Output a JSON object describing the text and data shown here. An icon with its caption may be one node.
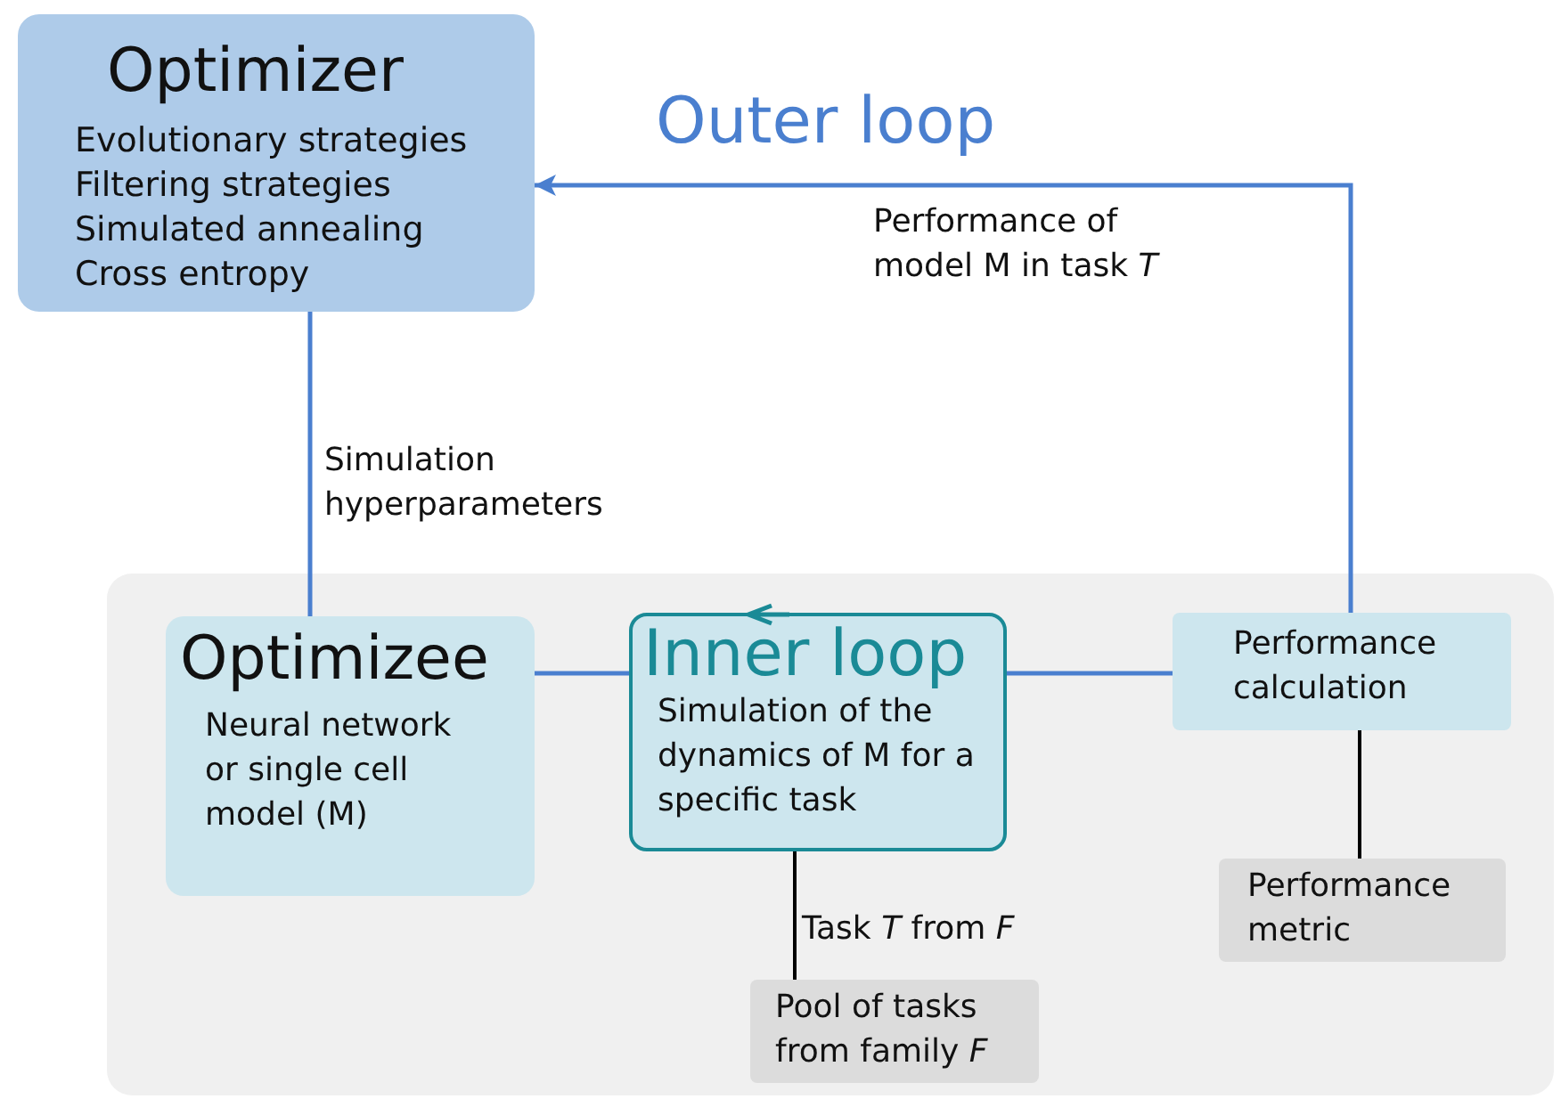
{
  "diagram": {
    "nodes": [
      {
        "text": [
          "Optimizer",
          "Evolutionary strategies",
          "Filtering strategies",
          "Simulated annealing",
          "Cross entropy"
        ]
      },
      {
        "text": [],
        "shape": "box"
      },
      {
        "text": [
          "Optimizee",
          "Neural network or single cell model (M)"
        ],
        "in": 1
      },
      {
        "text": [
          "Inner loop",
          "Simulation of the dynamics of M for a specific task"
        ],
        "in": 1
      },
      {
        "text": [
          "Performance calculation"
        ],
        "in": 1
      },
      {
        "text": [
          "Performance metric"
        ],
        "in": 1
      },
      {
        "text": [
          "Pool of tasks from family *F*"
        ],
        "in": 1
      }
    ],
    "edges": [
      {
        "from": 4,
        "to": 0,
        "arrow": "to",
        "label": "Performance of model M in task *T*"
      },
      {
        "from": 0,
        "to": 2,
        "arrow": "none",
        "label": "Simulation hyperparameters"
      },
      {
        "from": 2,
        "to": 3,
        "arrow": "none"
      },
      {
        "from": 3,
        "to": 4,
        "arrow": "none"
      },
      {
        "from": 3,
        "to": 6,
        "arrow": "none",
        "label": "Task *T* from *F*",
        "color": "#000000"
      },
      {
        "from": 4,
        "to": 5,
        "arrow": "none",
        "color": "#000000"
      }
    ],
    "labels": [
      "Outer loop"
    ]
  }
}
